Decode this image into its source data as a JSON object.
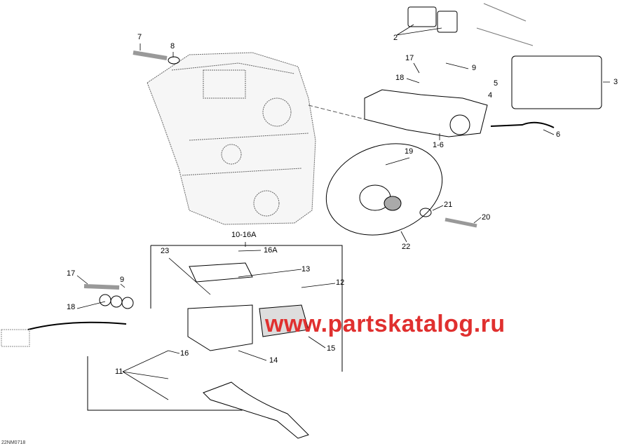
{
  "diagram": {
    "callouts": [
      "7",
      "8",
      "2",
      "17",
      "18",
      "9",
      "5",
      "4",
      "3",
      "1-6",
      "6",
      "19",
      "21",
      "20",
      "22",
      "10-16A",
      "23",
      "16A",
      "13",
      "12",
      "17",
      "9",
      "18",
      "15",
      "16",
      "14",
      "11"
    ],
    "watermark": "www.partskatalog.ru",
    "drawing_code": "22NM0718",
    "accent_color": "#e0302f"
  }
}
